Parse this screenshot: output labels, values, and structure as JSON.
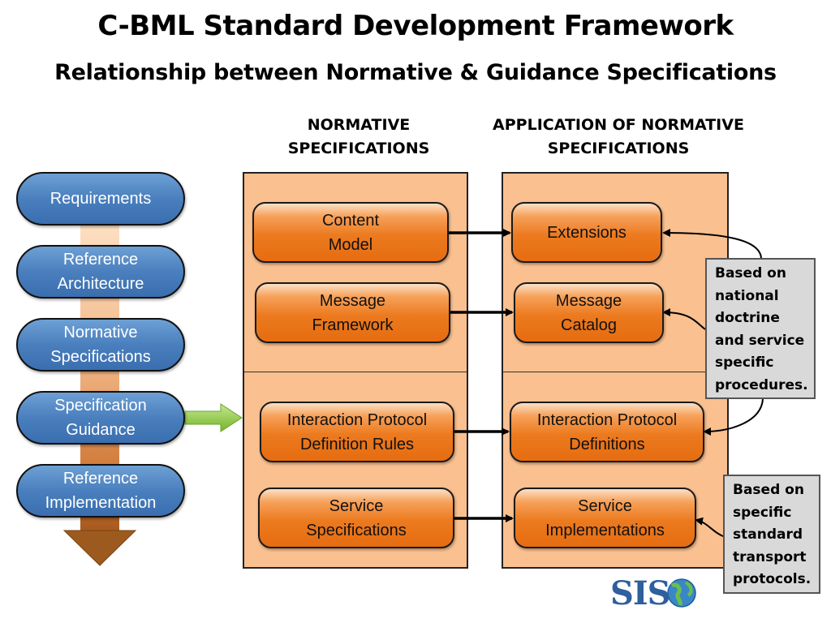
{
  "header": {
    "title": "C-BML Standard Development Framework",
    "subtitle": "Relationship between Normative & Guidance Specifications"
  },
  "columns": {
    "normative_line1": "NORMATIVE",
    "normative_line2": "SPECIFICATIONS",
    "application_line1": "APPLICATION OF NORMATIVE",
    "application_line2": "SPECIFICATIONS"
  },
  "process_steps": [
    {
      "line1": "Requirements",
      "line2": ""
    },
    {
      "line1": "Reference",
      "line2": "Architecture"
    },
    {
      "line1": "Normative",
      "line2": "Specifications"
    },
    {
      "line1": "Specification",
      "line2": "Guidance"
    },
    {
      "line1": "Reference",
      "line2": "Implementation"
    }
  ],
  "normative_boxes": [
    {
      "line1": "Content",
      "line2": "Model"
    },
    {
      "line1": "Message",
      "line2": "Framework"
    },
    {
      "line1": "Interaction Protocol",
      "line2": "Definition Rules"
    },
    {
      "line1": "Service",
      "line2": "Specifications"
    }
  ],
  "application_boxes": [
    {
      "line1": "Extensions",
      "line2": ""
    },
    {
      "line1": "Message",
      "line2": "Catalog"
    },
    {
      "line1": "Interaction Protocol",
      "line2": "Definitions"
    },
    {
      "line1": "Service",
      "line2": "Implementations"
    }
  ],
  "notes": {
    "doctrine": [
      "Based on",
      "national",
      "doctrine",
      "and service",
      "specific",
      "procedures."
    ],
    "transport": [
      "Based on",
      "specific",
      "standard",
      "transport",
      "protocols."
    ]
  },
  "logo": {
    "text": "SIS"
  },
  "colors": {
    "panel": "#fac090",
    "orange_box": "#e66c10",
    "blue_box": "#4a7fbe",
    "note": "#d9d9d9",
    "green_arrow": "#8dc63f",
    "brown_arrow": "#9c5a1f"
  }
}
